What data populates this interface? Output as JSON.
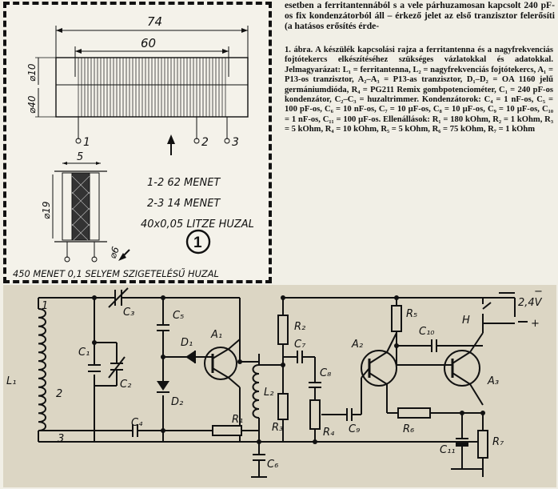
{
  "coil_drawing": {
    "dim_total_length": "74",
    "dim_winding_length": "60",
    "dim_rod_diameter": "⌀10",
    "dim_body_height": "⌀40",
    "tap_1": "1",
    "tap_2": "2",
    "tap_3": "3",
    "bobbin_width": "5",
    "bobbin_diameter": "⌀19",
    "pin_label": "⌀6",
    "winding_1_2": "1-2  62 MENET",
    "winding_2_3": "2-3  14 MENET",
    "wire_spec": "40x0,05 LITZE HUZAL",
    "figure_number": "1",
    "bobbin_winding": "450 MENET 0,1 SELYEM SZIGETELÉSŰ HUZAL"
  },
  "caption": {
    "intro": "esetben a ferritantennából s a vele párhuzamosan kapcsolt 240 pF-os fix kondenzátorból áll – érkező jelet az első tranzisztor felerősíti (a hatásos erősítés érde-",
    "legend": "1. ábra. A készülék kapcsolási rajza a ferritantenna és a nagyfrekvenciás fojtótekercs elkészítéséhez szükséges vázlatokkal és adatokkal. Jelmagyarázat: L₁ = ferritantenna, L₂ = nagyfrekvenciás fojtótekercs, A₁ = P13-os tranzisztor, A₂–A₃ = P13-as tranzisztor, D₁–D₂ = OA 1160 jelű germániumdióda, R₄ = PG211 Remix gombpotenciométer, C₁ = 240 pF-os kondenzátor, C₂–C₃ = huzaltrimmer. Kondenzátorok: C₄ = 1 nF-os, C₅ = 100 pF-os, C₆ = 10 nF-os, C₇ = 10 µF-os, C₈ = 10 µF-os, C₉ = 10 µF-os, C₁₀ = 1 nF-os, C₁₁ = 100 µF-os. Ellenállások: R₁ = 180 kOhm, R₂ = 1 kOhm, R₃ = 5 kOhm, R₄ = 10 kOhm, R₅ = 5 kOhm, R₆ = 75 kOhm, R₇ = 1 kOhm"
  },
  "schematic": {
    "L1": "L₁",
    "C1": "C₁",
    "C2": "C₂",
    "C3": "C₃",
    "C4": "C₄",
    "C5": "C₅",
    "C6": "C₆",
    "C7": "C₇",
    "C8": "C₈",
    "C9": "C₉",
    "C10": "C₁₀",
    "C11": "C₁₁",
    "D1": "D₁",
    "D2": "D₂",
    "A1": "A₁",
    "A2": "A₂",
    "A3": "A₃",
    "L2": "L₂",
    "R1": "R₁",
    "R2": "R₂",
    "R3": "R₃",
    "R4": "R₄",
    "R5": "R₅",
    "R6": "R₆",
    "R7": "R₇",
    "tap1": "1",
    "tap2": "2",
    "tap3": "3",
    "H": "H",
    "supply": "2,4V",
    "minus": "−",
    "plus": "+"
  }
}
